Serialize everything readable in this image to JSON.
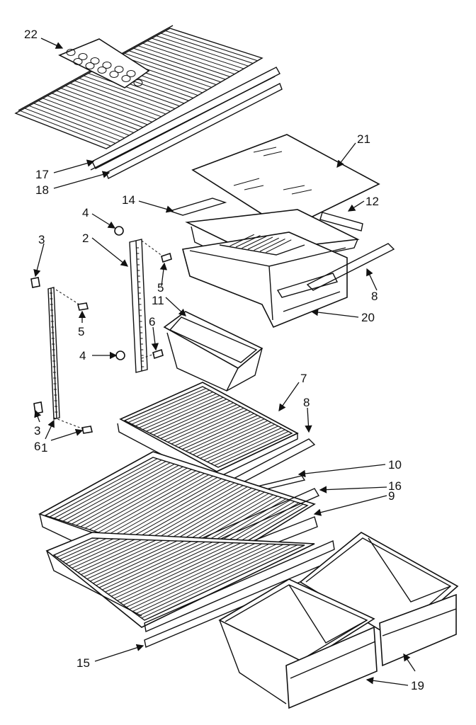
{
  "callouts": {
    "c1": "1",
    "c2": "2",
    "c3a": "3",
    "c3b": "3",
    "c4a": "4",
    "c4b": "4",
    "c5a": "5",
    "c5b": "5",
    "c6a": "6",
    "c6b": "6",
    "c7": "7",
    "c8a": "8",
    "c8b": "8",
    "c9": "9",
    "c10": "10",
    "c11": "11",
    "c12": "12",
    "c14": "14",
    "c15": "15",
    "c16": "16",
    "c17": "17",
    "c18": "18",
    "c19": "19",
    "c20": "20",
    "c21": "21",
    "c22": "22"
  },
  "colors": {
    "ink": "#111111",
    "paper": "#ffffff"
  }
}
